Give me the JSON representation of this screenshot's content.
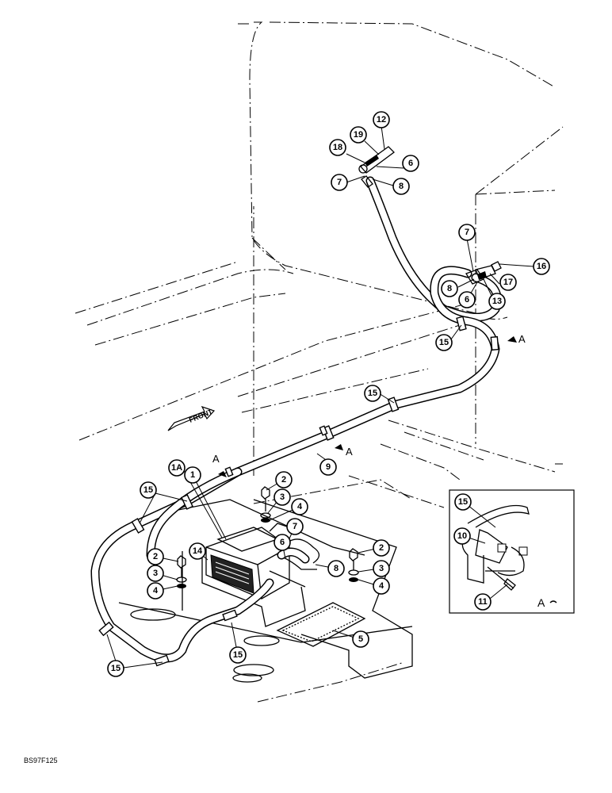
{
  "callouts": [
    "1A",
    "1",
    "2",
    "3",
    "4",
    "5",
    "6",
    "7",
    "8",
    "9",
    "10",
    "11",
    "12",
    "13",
    "14",
    "15",
    "16",
    "17",
    "18",
    "19"
  ],
  "labels": {
    "front": "FRONT",
    "view_a": "A",
    "detail_a": "A",
    "figure_code": "BS97F125"
  }
}
